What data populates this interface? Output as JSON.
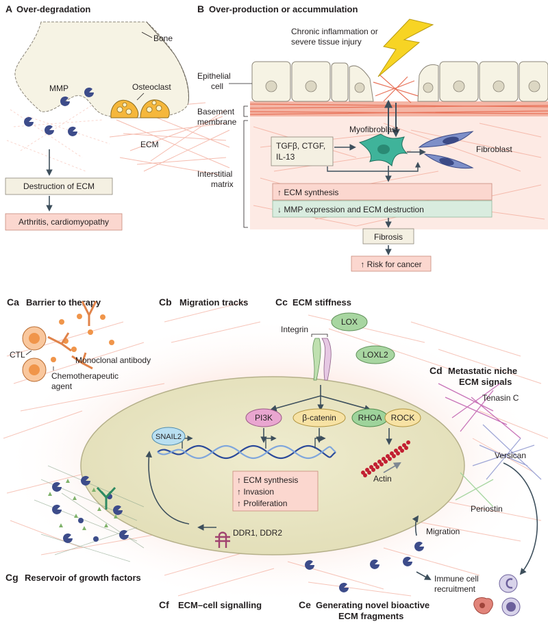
{
  "panel_a": {
    "letter": "A",
    "title": "Over-degradation",
    "bone_label": "Bone",
    "mmp_label": "MMP",
    "osteoclast_label": "Osteoclast",
    "ecm_label": "ECM",
    "destruction_box": "Destruction of ECM",
    "disease_box": "Arthritis, cardiomyopathy"
  },
  "panel_b": {
    "letter": "B",
    "title": "Over-production or accummulation",
    "injury_line1": "Chronic inflammation or",
    "injury_line2": "severe tissue injury",
    "epithelial_line1": "Epithelial",
    "epithelial_line2": "cell",
    "basement_line1": "Basement",
    "basement_line2": "membrane",
    "interstitial_line1": "Interstitial",
    "interstitial_line2": "matrix",
    "myofibroblast_label": "Myofibroblast",
    "fibroblast_label": "Fibroblast",
    "growth_factors_line1": "TGFβ, CTGF,",
    "growth_factors_line2": "IL-13",
    "ecm_synthesis": "↑ ECM synthesis",
    "mmp_expression": "↓ MMP expression and ECM destruction",
    "fibrosis": "Fibrosis",
    "cancer_risk": "↑ Risk for cancer"
  },
  "panel_ca": {
    "letter": "Ca",
    "title": "Barrier to therapy",
    "ctl_label": "CTL",
    "antibody_label": "Monoclonal antibody",
    "chemo_line1": "Chemotherapeutic",
    "chemo_line2": "agent"
  },
  "panel_cb": {
    "letter": "Cb",
    "title": "Migration tracks"
  },
  "panel_cc": {
    "letter": "Cc",
    "title": "ECM stiffness",
    "lox": "LOX",
    "loxl2": "LOXL2",
    "integrin": "Integrin",
    "pi3k": "PI3K",
    "beta_catenin": "β-catenin",
    "rhoa": "RHOA",
    "rock": "ROCK",
    "snail2": "SNAIL2",
    "actin": "Actin",
    "outcome_1": "↑ ECM synthesis",
    "outcome_2": "↑ Invasion",
    "outcome_3": "↑ Proliferation"
  },
  "panel_cd": {
    "letter": "Cd",
    "title_line1": "Metastatic niche",
    "title_line2": "ECM signals",
    "tenascin": "Tenasin C",
    "versican": "Versican",
    "periostin": "Periostin"
  },
  "panel_ce": {
    "letter": "Ce",
    "title_line1": "Generating novel bioactive",
    "title_line2": "ECM fragments",
    "migration": "Migration",
    "immune_line1": "Immune cell",
    "immune_line2": "recruitment"
  },
  "panel_cf": {
    "letter": "Cf",
    "title": "ECM–cell signalling",
    "ddr": "DDR1, DDR2"
  },
  "panel_cg": {
    "letter": "Cg",
    "title": "Reservoir of growth factors"
  },
  "colors": {
    "arrow": "#3d4f5c",
    "ecm_fibre": "#f2a593",
    "basement": "#e8735a",
    "epithelium": "#f6f3e4",
    "myofibroblast": "#3fb39a",
    "fibroblast": "#7d8fc8",
    "osteoclast": "#f5b73b",
    "mmp": "#3d4c8a",
    "pink_box": "#fbd7cf",
    "green_box": "#d9ecdf",
    "beige_box": "#f4f0e2",
    "nucleus": "#ece8c6",
    "pi3k": "#e9a6d0",
    "beta_catenin": "#f7e2a4",
    "rho": "#9ed39b",
    "snail2": "#b9dff1",
    "lox": "#a8d6a1",
    "lightning": "#f7d424",
    "chemo": "#f0954a",
    "actin": "#c21f32",
    "niche_fibre": "#c873b8"
  }
}
